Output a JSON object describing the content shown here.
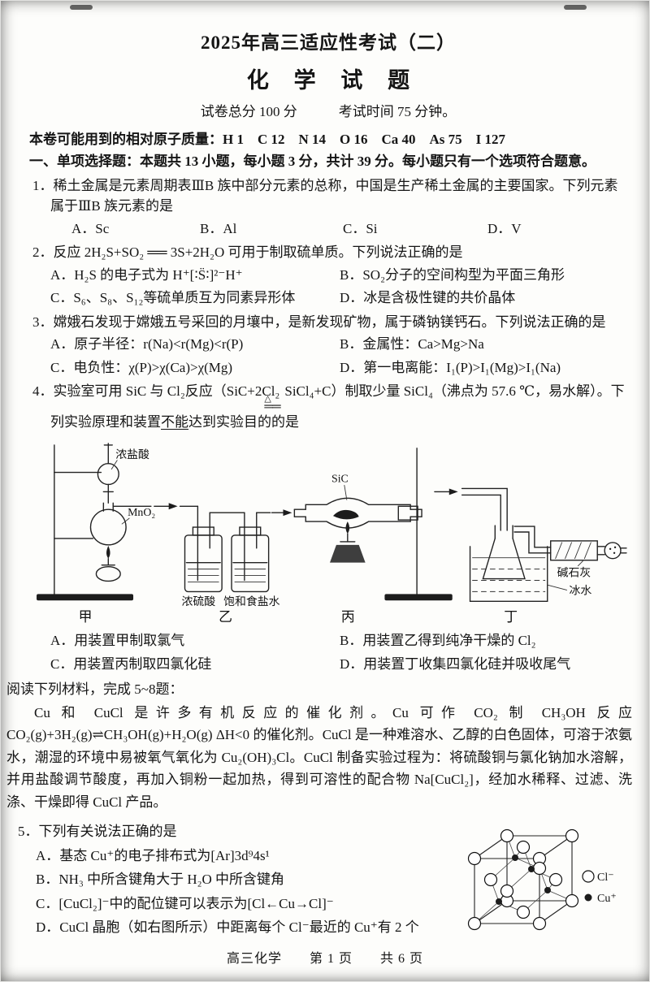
{
  "header": {
    "title": "2025年高三适应性考试（二）",
    "subject": "化 学 试 题",
    "meta": "试卷总分 100 分　　　考试时间 75 分钟。"
  },
  "preface": {
    "masses": "本卷可能用到的相对原子质量：H 1　C 12　N 14　O 16　Ca 40　As 75　I 127",
    "section": "一、单项选择题：本题共 13 小题，每小题 3 分，共计 39 分。每小题只有一个选项符合题意。"
  },
  "q1": {
    "stem": "1．稀土金属是元素周期表ⅢB 族中部分元素的总称，中国是生产稀土金属的主要国家。下列元素属于ⅢB 族元素的是",
    "options": [
      "A．Sc",
      "B．Al",
      "C．Si",
      "D．V"
    ]
  },
  "q2": {
    "stem": "2．反应 2H₂S+SO₂ ══ 3S+2H₂O 可用于制取硫单质。下列说法正确的是",
    "options": [
      "A．H₂S 的电子式为 H⁺[∶S̈∶]²⁻H⁺",
      "B．SO₂分子的空间构型为平面三角形",
      "C．S₆、S₈、S₁₂等硫单质互为同素异形体",
      "D．冰是含极性键的共价晶体"
    ]
  },
  "q3": {
    "stem": "3．嫦娥石发现于嫦娥五号采回的月壤中，是新发现矿物，属于磷钠镁钙石。下列说法正确的是",
    "options": [
      "A．原子半径：r(Na)<r(Mg)<r(P)",
      "B．金属性：Ca>Mg>Na",
      "C．电负性：χ(P)>χ(Ca)>χ(Mg)",
      "D．第一电离能：I₁(P)>I₁(Mg)>I₁(Na)"
    ]
  },
  "q4": {
    "stem_pre": "4．实验室可用 SiC 与 Cl₂反应（SiC+2Cl₂",
    "eq_top": "△",
    "eq_bottom": "══",
    "stem_mid": "SiCl₄+C）制取少量 SiCl₄（沸点为 57.6 ℃，易水解）。下列实验原理和装置",
    "stem_neg": "不能",
    "stem_post": "达到实验目的的是",
    "options": [
      "A．用装置甲制取氯气",
      "B．用装置乙得到纯净干燥的 Cl₂",
      "C．用装置丙制取四氯化硅",
      "D．用装置丁收集四氯化硅并吸收尾气"
    ],
    "diagram": {
      "hcl": "浓盐酸",
      "mno2": "MnO₂",
      "h2so4": "浓硫酸",
      "brine": "饱和食盐水",
      "sic": "SiC",
      "sodalime": "碱石灰",
      "icewater": "冰水",
      "jia": "甲",
      "yi": "乙",
      "bing": "丙",
      "ding": "丁"
    }
  },
  "material": {
    "intro": "阅读下列材料，完成 5~8题：",
    "body": "Cu 和 CuCl 是许多有机反应的催化剂。Cu 可作 CO₂ 制 CH₃OH 反应 CO₂(g)+3H₂(g)⇌CH₃OH(g)+H₂O(g) ΔH<0 的催化剂。CuCl 是一种难溶水、乙醇的白色固体，可溶于浓氨水，潮湿的环境中易被氧气氧化为 Cu₂(OH)₃Cl。CuCl 制备实验过程为：将硫酸铜与氯化钠加水溶解，并用盐酸调节酸度，再加入铜粉一起加热，得到可溶性的配合物 Na[CuCl₂]，经加水稀释、过滤、洗涤、干燥即得 CuCl 产品。"
  },
  "q5": {
    "stem": "5．下列有关说法正确的是",
    "options": [
      "A．基态 Cu⁺的电子排布式为[Ar]3d⁹4s¹",
      "B．NH₃ 中所含键角大于 H₂O 中所含键角",
      "C．[CuCl₂]⁻中的配位键可以表示为[Cl←Cu→Cl]⁻",
      "D．CuCl 晶胞（如右图所示）中距离每个 Cl⁻最近的 Cu⁺有 2 个"
    ],
    "legend_cl": "Cl⁻",
    "legend_cu": "Cu⁺"
  },
  "footer": "高三化学　　第 1 页　　共 6 页"
}
